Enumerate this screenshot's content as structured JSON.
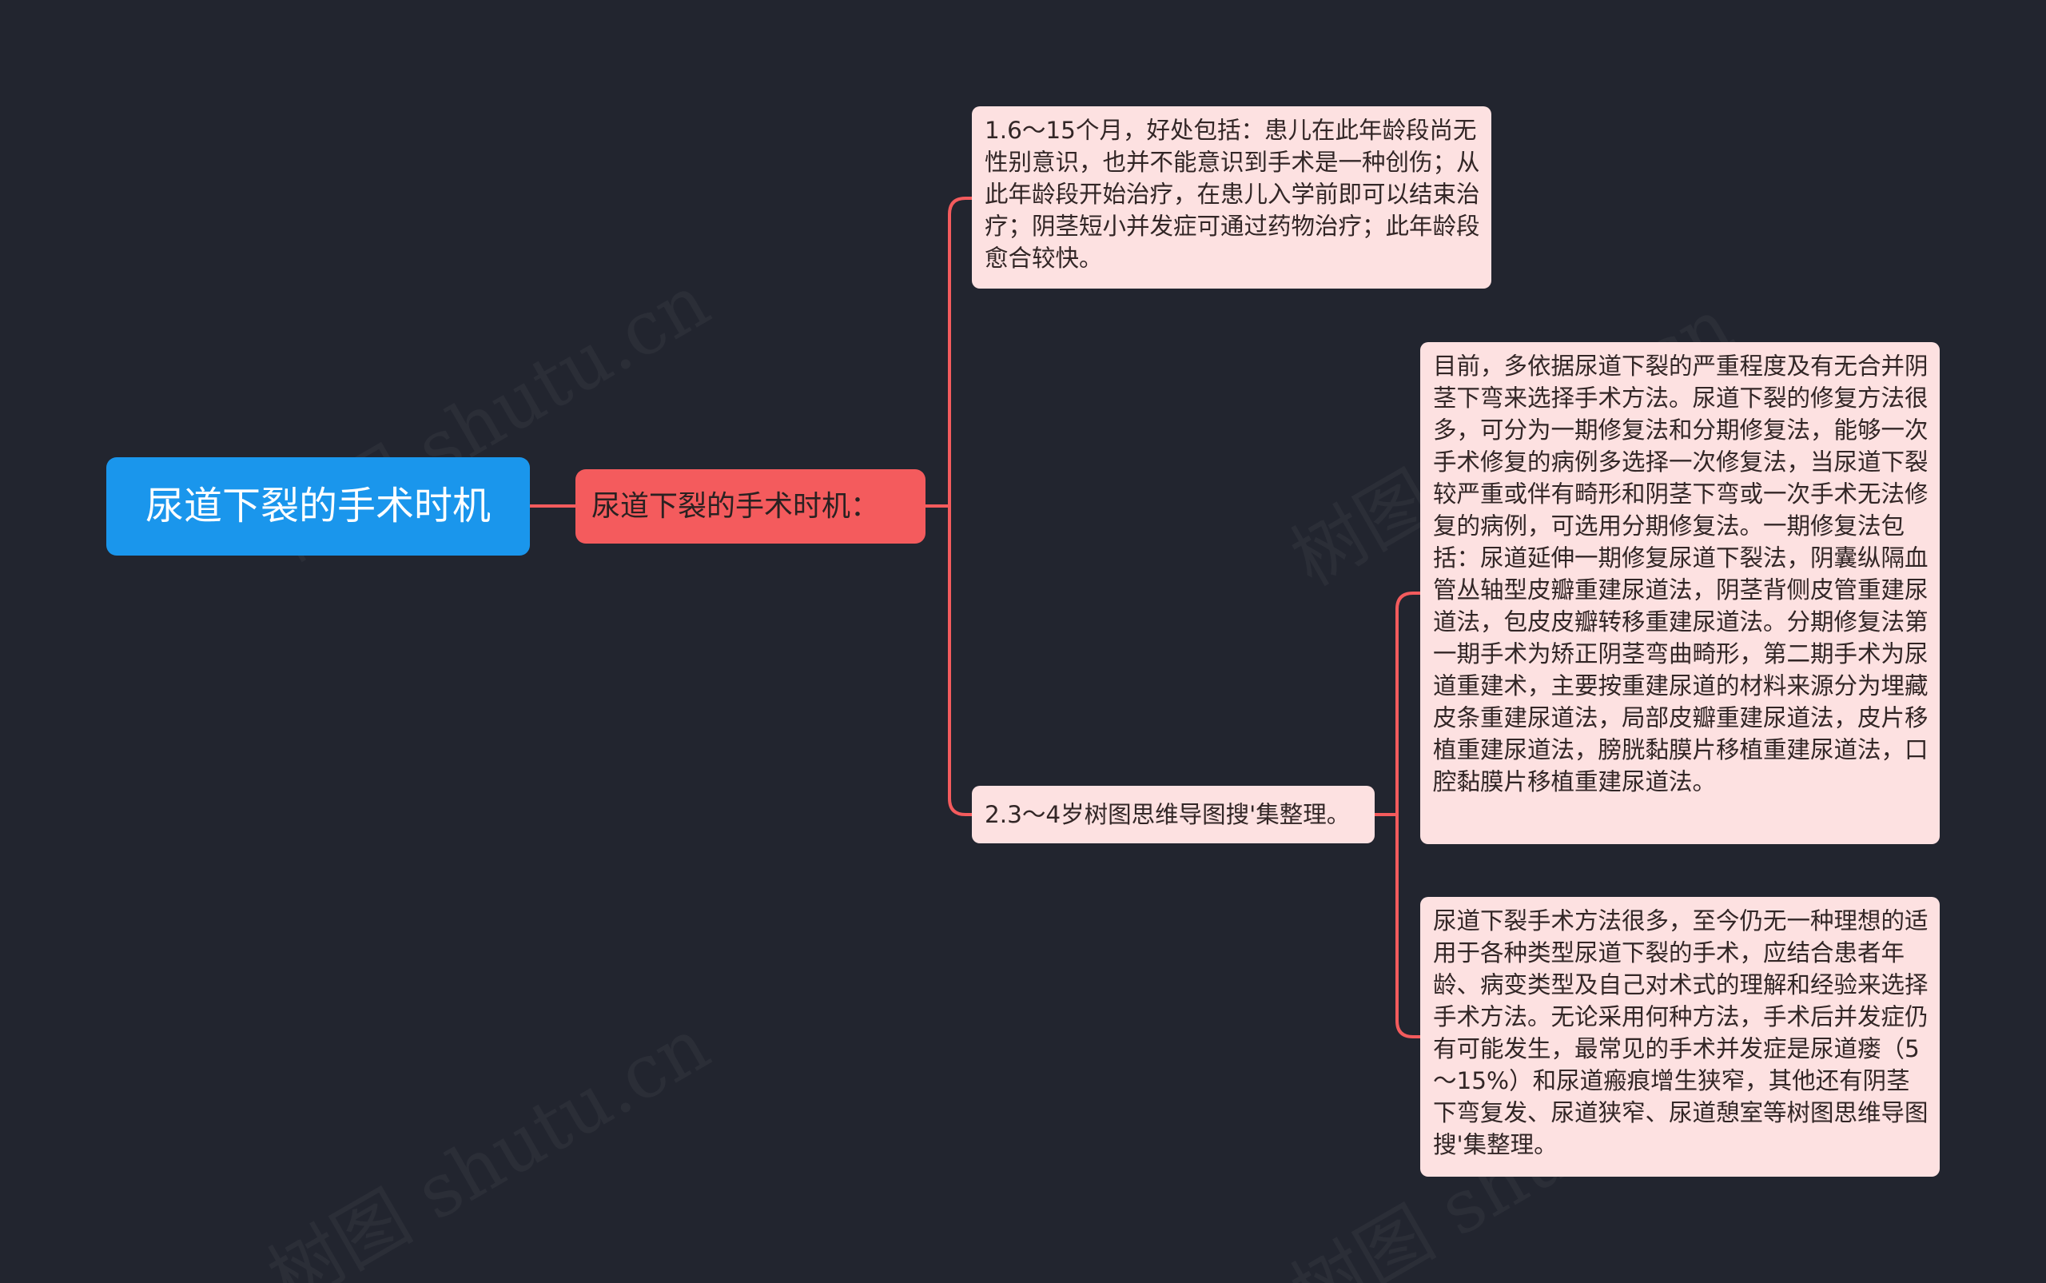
{
  "root": {
    "label": "尿道下裂的手术时机"
  },
  "branch": {
    "label": "尿道下裂的手术时机："
  },
  "leaves": [
    {
      "text": "1.6～15个月，好处包括：患儿在此年龄段尚无性别意识，也并不能意识到手术是一种创伤；从此年龄段开始治疗，在患儿入学前即可以结束治疗；阴茎短小并发症可通过药物治疗；此年龄段愈合较快。"
    },
    {
      "text": "2.3～4岁树图思维导图搜'集整理。"
    },
    {
      "text": "目前，多依据尿道下裂的严重程度及有无合并阴茎下弯来选择手术方法。尿道下裂的修复方法很多，可分为一期修复法和分期修复法，能够一次手术修复的病例多选择一次修复法，当尿道下裂较严重或伴有畸形和阴茎下弯或一次手术无法修复的病例，可选用分期修复法。一期修复法包括：尿道延伸一期修复尿道下裂法，阴囊纵隔血管丛轴型皮瓣重建尿道法，阴茎背侧皮管重建尿道法，包皮皮瓣转移重建尿道法。分期修复法第一期手术为矫正阴茎弯曲畸形，第二期手术为尿道重建术，主要按重建尿道的材料来源分为埋藏皮条重建尿道法，局部皮瓣重建尿道法，皮片移植重建尿道法，膀胱黏膜片移植重建尿道法，口腔黏膜片移植重建尿道法。"
    },
    {
      "text": "尿道下裂手术方法很多，至今仍无一种理想的适用于各种类型尿道下裂的手术，应结合患者年龄、病变类型及自己对术式的理解和经验来选择手术方法。无论采用何种方法，手术后并发症仍有可能发生，最常见的手术并发症是尿道瘘（5～15%）和尿道瘢痕增生狭窄，其他还有阴茎下弯复发、尿道狭窄、尿道憩室等树图思维导图搜'集整理。"
    }
  ],
  "watermark": "树图 shutu.cn",
  "colors": {
    "background": "#22252f",
    "root": "#1a96ec",
    "branch": "#f45b5d",
    "leaf": "#fde1e1",
    "connector": "#f45b5d"
  }
}
